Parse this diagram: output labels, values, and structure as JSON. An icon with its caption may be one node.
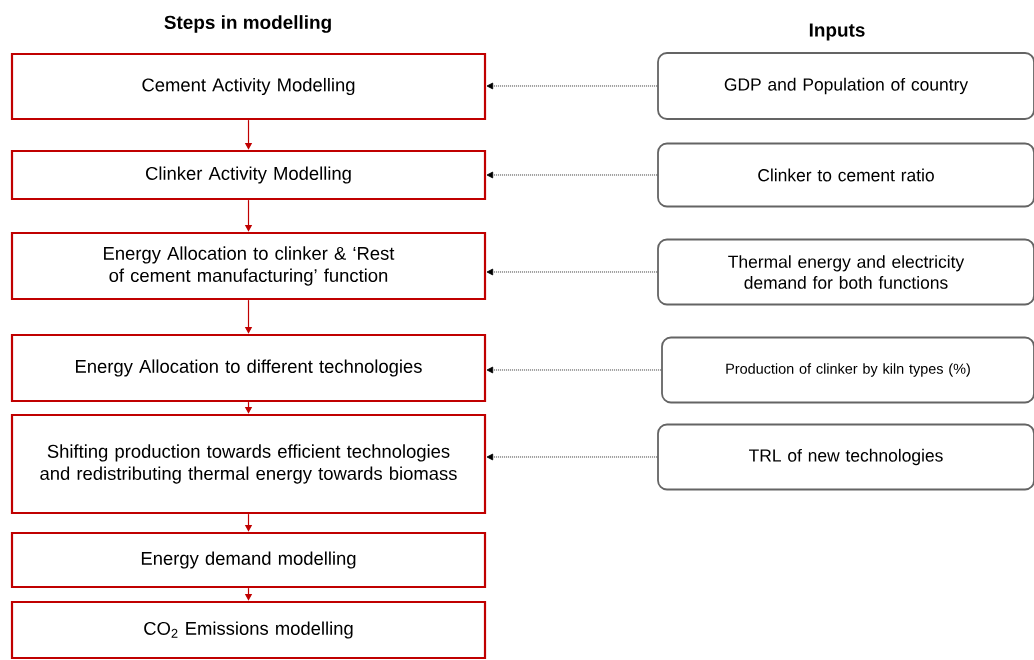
{
  "diagram": {
    "nodes": [
      {
        "text": [
          "Cement Activity Modelling"
        ]
      },
      {
        "text": [
          "Clinker Activity Modelling"
        ]
      },
      {
        "text": [
          "Energy Allocation to clinker & ‘Rest of cement manufacturing’ function"
        ]
      },
      {
        "text": [
          "Energy Allocation to different technologies"
        ]
      },
      {
        "text": [
          "Shifting production towards efficient technologies and redistributing thermal energy towards biomass"
        ]
      },
      {
        "text": [
          "Energy demand modelling"
        ]
      },
      {
        "text": [
          "CO$_{2}$ Emissions modelling"
        ]
      },
      {
        "text": [
          "GDP and Population of country"
        ]
      },
      {
        "text": [
          "Clinker to cement ratio"
        ]
      },
      {
        "text": [
          "Thermal energy and electricity demand for both functions"
        ]
      },
      {
        "text": [
          "Production of clinker by kiln types (%)"
        ]
      },
      {
        "text": [
          "TRL of new technologies"
        ]
      }
    ],
    "edges": [
      {
        "from": 0,
        "to": 1,
        "arrow": "to"
      },
      {
        "from": 1,
        "to": 2,
        "arrow": "to"
      },
      {
        "from": 2,
        "to": 3,
        "arrow": "to"
      },
      {
        "from": 3,
        "to": 4,
        "arrow": "to"
      },
      {
        "from": 4,
        "to": 5,
        "arrow": "to"
      },
      {
        "from": 5,
        "to": 6,
        "arrow": "to"
      },
      {
        "from": 7,
        "to": 0,
        "arrow": "to",
        "style": "dashed",
        "color": "#000000"
      },
      {
        "from": 8,
        "to": 1,
        "arrow": "to",
        "style": "dashed",
        "color": "#000000"
      },
      {
        "from": 9,
        "to": 2,
        "arrow": "to",
        "style": "dashed",
        "color": "#000000"
      },
      {
        "from": 10,
        "to": 3,
        "arrow": "to",
        "style": "dashed",
        "color": "#000000"
      },
      {
        "from": 11,
        "to": 4,
        "arrow": "to",
        "style": "dashed",
        "color": "#000000"
      }
    ],
    "labels": [
      "Steps in modelling",
      "Inputs"
    ]
  }
}
